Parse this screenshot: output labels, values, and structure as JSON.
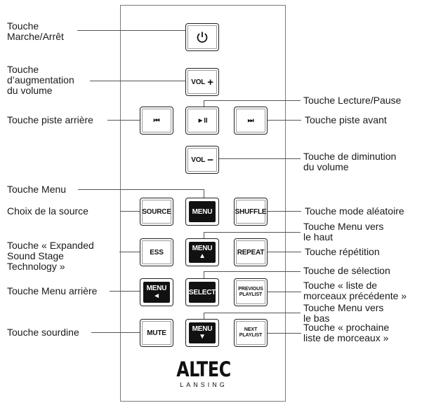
{
  "remote": {
    "buttons": {
      "power": {
        "icon": "power-icon"
      },
      "vol_up": {
        "text": "VOL",
        "sign": "+"
      },
      "prev_track": {
        "icon": "skip-back-icon",
        "glyph": "⏮"
      },
      "play_pause": {
        "icon": "play-pause-icon",
        "glyph": "►II"
      },
      "next_track": {
        "icon": "skip-forward-icon",
        "glyph": "⏭"
      },
      "vol_down": {
        "text": "VOL",
        "sign": "−"
      },
      "source": {
        "text": "SOURCE"
      },
      "menu": {
        "text": "MENU"
      },
      "shuffle": {
        "text": "SHUFFLE"
      },
      "ess": {
        "text": "ESS"
      },
      "menu_up": {
        "text": "MENU",
        "arrow": "▲"
      },
      "repeat": {
        "text": "REPEAT"
      },
      "menu_back": {
        "text": "MENU",
        "arrow": "◄"
      },
      "select": {
        "text": "SELECT"
      },
      "previous_playlist": {
        "line1": "PREVIOUS",
        "line2": "PLAYLIST"
      },
      "mute": {
        "text": "MUTE"
      },
      "menu_down": {
        "text": "MENU",
        "arrow": "▼"
      },
      "next_playlist": {
        "line1": "NEXT",
        "line2": "PLAYLIST"
      }
    },
    "logo": {
      "name": "ALTEC",
      "sub": "LANSING"
    }
  },
  "labels": {
    "power": [
      "Touche",
      "Marche/Arrêt"
    ],
    "vol_up": [
      "Touche",
      "d’augmentation",
      "du volume"
    ],
    "play_pause": [
      "Touche Lecture/Pause"
    ],
    "prev_track": [
      "Touche piste arrière"
    ],
    "next_track": [
      "Touche piste avant"
    ],
    "vol_down": [
      "Touche de diminution",
      "du volume"
    ],
    "menu": [
      "Touche Menu"
    ],
    "source": [
      "Choix de la source"
    ],
    "shuffle": [
      "Touche mode aléatoire"
    ],
    "menu_up": [
      "Touche Menu vers",
      "le haut"
    ],
    "ess": [
      "Touche « Expanded",
      "Sound Stage",
      "Technology »"
    ],
    "repeat": [
      "Touche répétition"
    ],
    "select": [
      "Touche de sélection"
    ],
    "menu_back": [
      "Touche Menu arrière"
    ],
    "previous_playlist": [
      "Touche « liste de",
      "morceaux précédente »"
    ],
    "menu_down": [
      "Touche Menu vers",
      "le bas"
    ],
    "mute": [
      "Touche sourdine"
    ],
    "next_playlist": [
      "Touche « prochaine",
      "liste de morceaux »"
    ]
  }
}
